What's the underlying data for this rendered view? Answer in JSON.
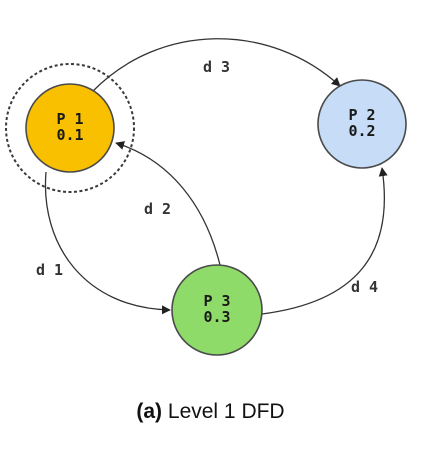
{
  "diagram": {
    "nodes": [
      {
        "id": "p1",
        "name": "P 1",
        "value": "0.1",
        "fill": "#f9c000",
        "stroke": "#4a4a4a"
      },
      {
        "id": "p2",
        "name": "P 2",
        "value": "0.2",
        "fill": "#c6dcf7",
        "stroke": "#4a4a4a"
      },
      {
        "id": "p3",
        "name": "P 3",
        "value": "0.3",
        "fill": "#8fdb6a",
        "stroke": "#4a4a4a"
      }
    ],
    "flows": [
      {
        "id": "d1",
        "label": "d 1",
        "from": "P 1",
        "to": "P 3"
      },
      {
        "id": "d2",
        "label": "d 2",
        "from": "P 3",
        "to": "P 1"
      },
      {
        "id": "d3",
        "label": "d 3",
        "from": "P 1",
        "to": "P 2"
      },
      {
        "id": "d4",
        "label": "d 4",
        "from": "P 3",
        "to": "P 2"
      }
    ]
  },
  "caption": {
    "label": "(a)",
    "text": "Level 1 DFD"
  }
}
